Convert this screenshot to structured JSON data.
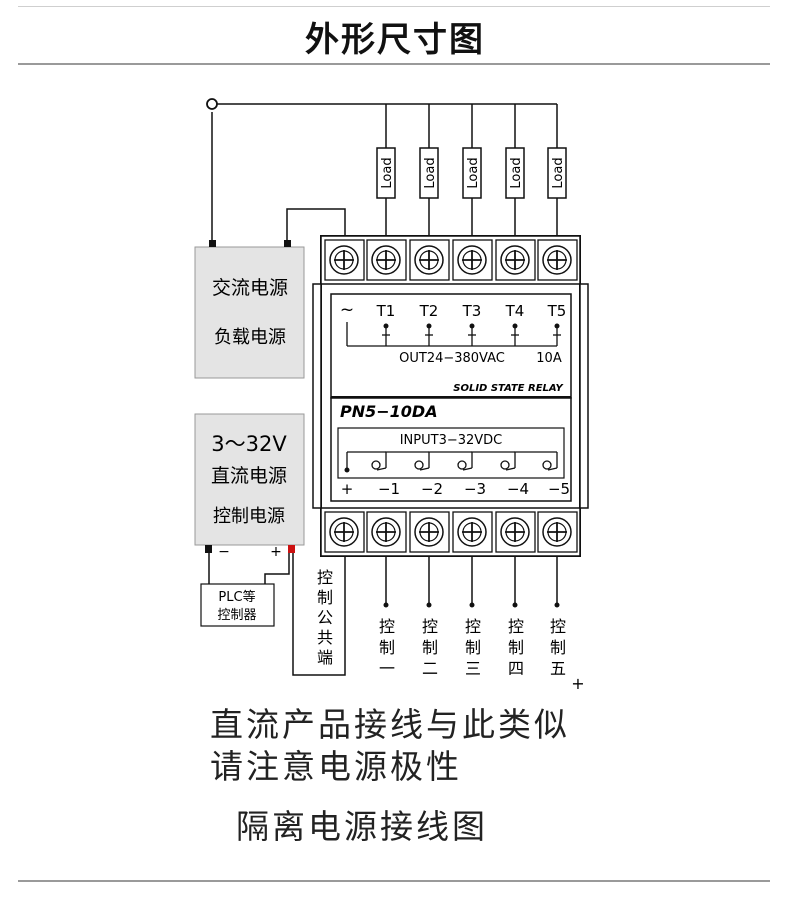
{
  "title": "外形尺寸图",
  "ac_supply": {
    "line1": "交流电源",
    "line2": "负载电源"
  },
  "dc_supply": {
    "line1": "3～32V",
    "line2": "直流电源",
    "line3": "控制电源",
    "minus": "−",
    "plus": "+"
  },
  "plc": {
    "line1": "PLC等",
    "line2": "控制器"
  },
  "load_label": "Load",
  "relay": {
    "tilde": "~",
    "outputs": [
      "T1",
      "T2",
      "T3",
      "T4",
      "T5"
    ],
    "out_spec": "OUT24−380VAC",
    "current": "10A",
    "brand": "SOLID STATE RELAY",
    "model": "PN5−10DA",
    "in_spec": "INPUT3−32VDC",
    "inputs": [
      "+",
      "−1",
      "−2",
      "−3",
      "−4",
      "−5"
    ]
  },
  "common_label": [
    "控",
    "制",
    "公",
    "共",
    "端"
  ],
  "controls": [
    [
      "控",
      "制",
      "一"
    ],
    [
      "控",
      "制",
      "二"
    ],
    [
      "控",
      "制",
      "三"
    ],
    [
      "控",
      "制",
      "四"
    ],
    [
      "控",
      "制",
      "五"
    ]
  ],
  "control_plus": "+",
  "notes": {
    "line1": "直流产品接线与此类似",
    "line2": "请注意电源极性",
    "caption": "隔离电源接线图"
  },
  "colors": {
    "positive_terminal": "#cc1111",
    "rule": "#9a9a9a"
  }
}
